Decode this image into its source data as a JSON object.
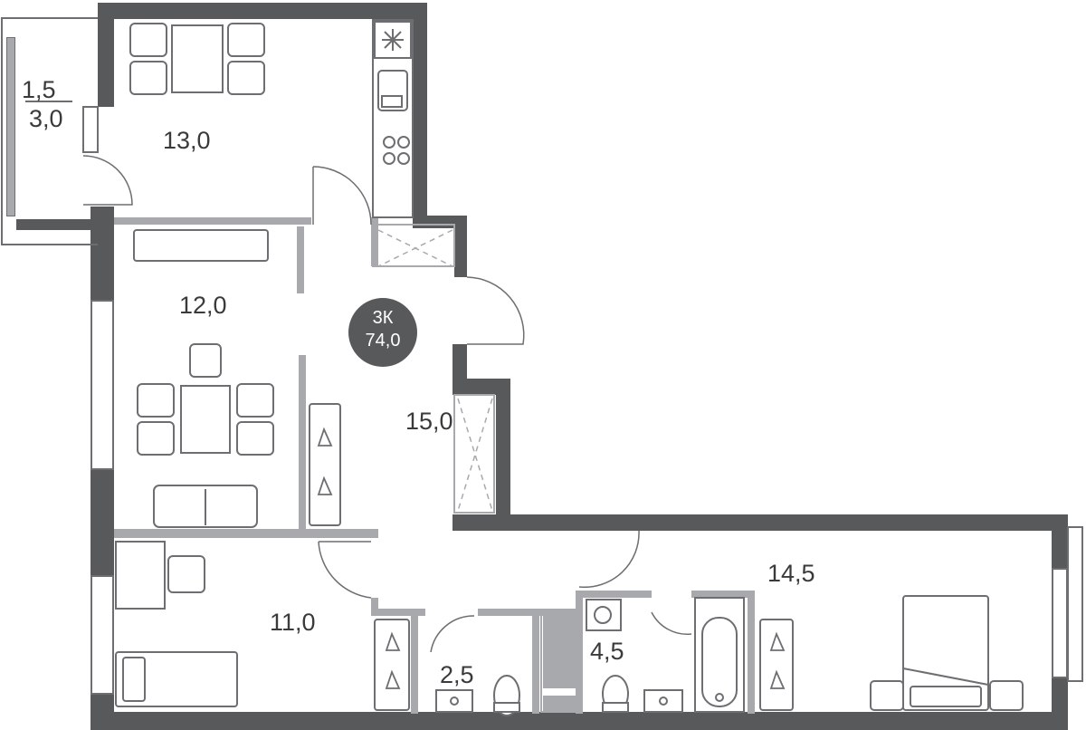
{
  "apartment": {
    "type": "3К",
    "total_area": "74,0"
  },
  "balcony": {
    "area_top": "1,5",
    "area_bottom": "3,0"
  },
  "rooms": {
    "kitchen": "13,0",
    "living_room": "12,0",
    "hall": "15,0",
    "bedroom_small": "11,0",
    "bedroom_master": "14,5",
    "wc": "2,5",
    "bathroom": "4,5"
  },
  "colors": {
    "wall": "#58595b",
    "partition": "#a7a9ac",
    "furniture": "#6d6e71",
    "badge": "#58595b"
  }
}
